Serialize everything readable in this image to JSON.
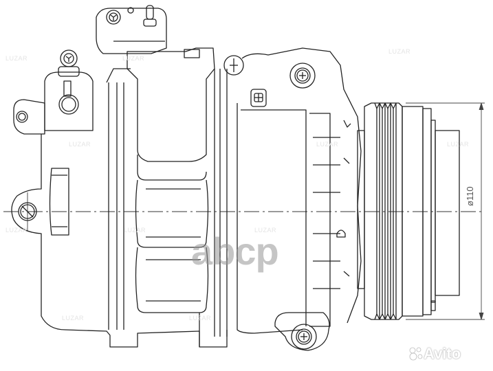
{
  "drawing": {
    "subject": "AC compressor side-view technical line drawing",
    "dimension": {
      "label": "ø110",
      "orientation": "vertical",
      "position": "right"
    },
    "centerline": "dash-dot horizontal axis"
  },
  "watermarks": {
    "brand_repeated": "LUZAR",
    "overlay_large": "abcp",
    "corner_logo": "Avito"
  },
  "colors": {
    "line": "#222222",
    "background": "#ffffff",
    "watermark_gray": "#969696",
    "faint_watermark": "#e4e4e4"
  }
}
